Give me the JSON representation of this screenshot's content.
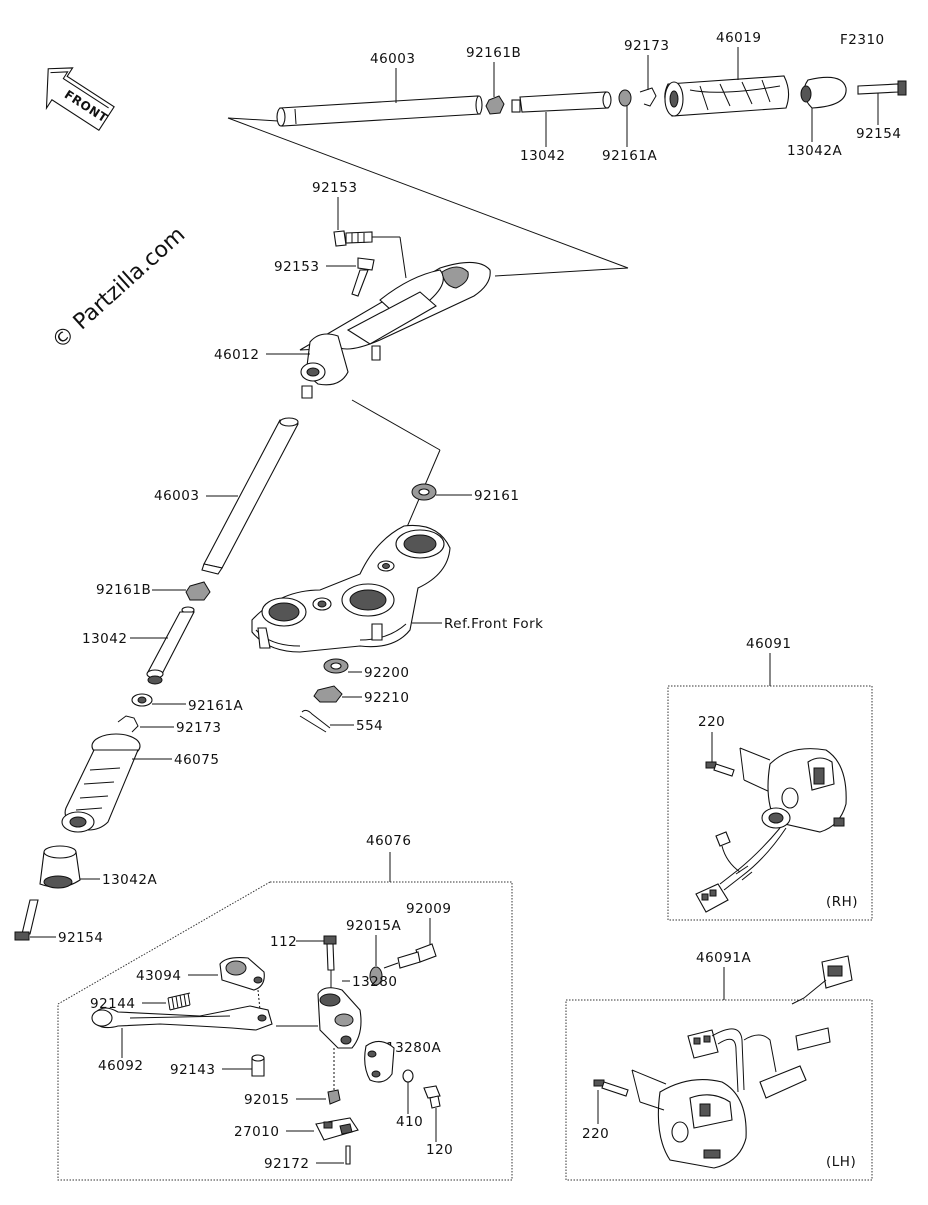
{
  "diagram": {
    "code": "F2310",
    "watermark": "© Partzilla.com",
    "front_label": "FRONT",
    "labels": {
      "p46003_top": "46003",
      "p92161B_top": "92161B",
      "p92173_top": "92173",
      "p46019": "46019",
      "p13042_top": "13042",
      "p92161A_top": "92161A",
      "p13042A_top": "13042A",
      "p92154_top": "92154",
      "p92153_a": "92153",
      "p92153_b": "92153",
      "p46012": "46012",
      "p46003": "46003",
      "p92161": "92161",
      "p92161B": "92161B",
      "ref_front_fork": "Ref.Front Fork",
      "p13042": "13042",
      "p92200": "92200",
      "p92210": "92210",
      "p554": "554",
      "p92161A": "92161A",
      "p92173": "92173",
      "p46075": "46075",
      "p13042A": "13042A",
      "p92154": "92154",
      "p46076": "46076",
      "p92009": "92009",
      "p112": "112",
      "p92015A": "92015A",
      "p43094": "43094",
      "p13280": "13280",
      "p92144": "92144",
      "p13280A": "13280A",
      "p92143": "92143",
      "p46092": "46092",
      "p92015": "92015",
      "p410": "410",
      "p27010": "27010",
      "p120": "120",
      "p92172": "92172",
      "p46091": "46091",
      "p220_rh": "220",
      "rh": "(RH)",
      "p46091A": "46091A",
      "p220_lh": "220",
      "lh": "(LH)"
    }
  }
}
